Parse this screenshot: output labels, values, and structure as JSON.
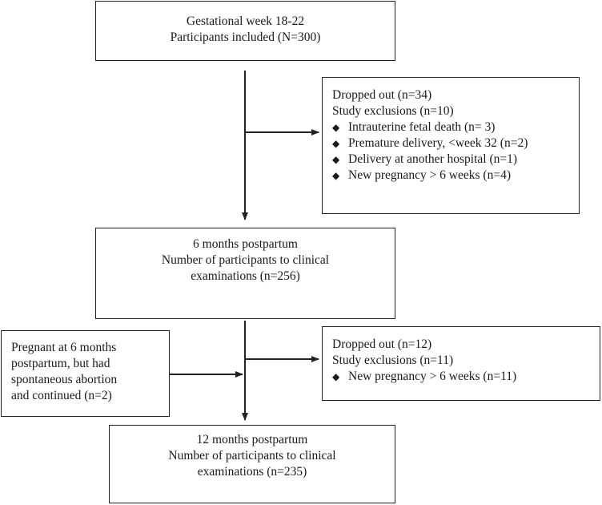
{
  "box1": {
    "lines": [
      "Gestational week 18-22",
      "Participants included (N=300)"
    ]
  },
  "box2": {
    "lines": [
      "Dropped out (n=34)",
      "Study exclusions (n=10)"
    ],
    "bullets": [
      "Intrauterine fetal death (n= 3)",
      "Premature delivery, <week 32 (n=2)",
      "Delivery at another hospital (n=1)",
      "New pregnancy > 6 weeks (n=4)"
    ]
  },
  "box3": {
    "lines": [
      "6 months postpartum",
      "Number of participants to clinical",
      "examinations (n=256)"
    ]
  },
  "box4": {
    "lines": [
      "Pregnant at 6 months",
      "postpartum, but had",
      "spontaneous abortion",
      "and continued (n=2)"
    ]
  },
  "box5": {
    "lines": [
      "Dropped out (n=12)",
      "Study exclusions (n=11)"
    ],
    "bullets": [
      "New pregnancy > 6 weeks (n=11)"
    ]
  },
  "box6": {
    "lines": [
      "12 months postpartum",
      "Number of participants to clinical",
      "examinations (n=235)"
    ]
  }
}
